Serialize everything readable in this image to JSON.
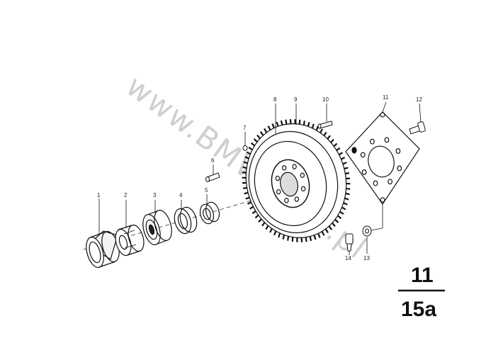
{
  "watermark": "www.BMWstore.pl",
  "callouts": {
    "c1": "1",
    "c2": "2",
    "c3": "3",
    "c4": "4",
    "c5": "5",
    "c6": "6",
    "c7": "7",
    "c8": "8",
    "c9": "9",
    "c10": "10",
    "c11": "11",
    "c12": "12",
    "c13": "13",
    "c14": "14"
  },
  "figure": {
    "group": "11",
    "sheet": "15a"
  }
}
